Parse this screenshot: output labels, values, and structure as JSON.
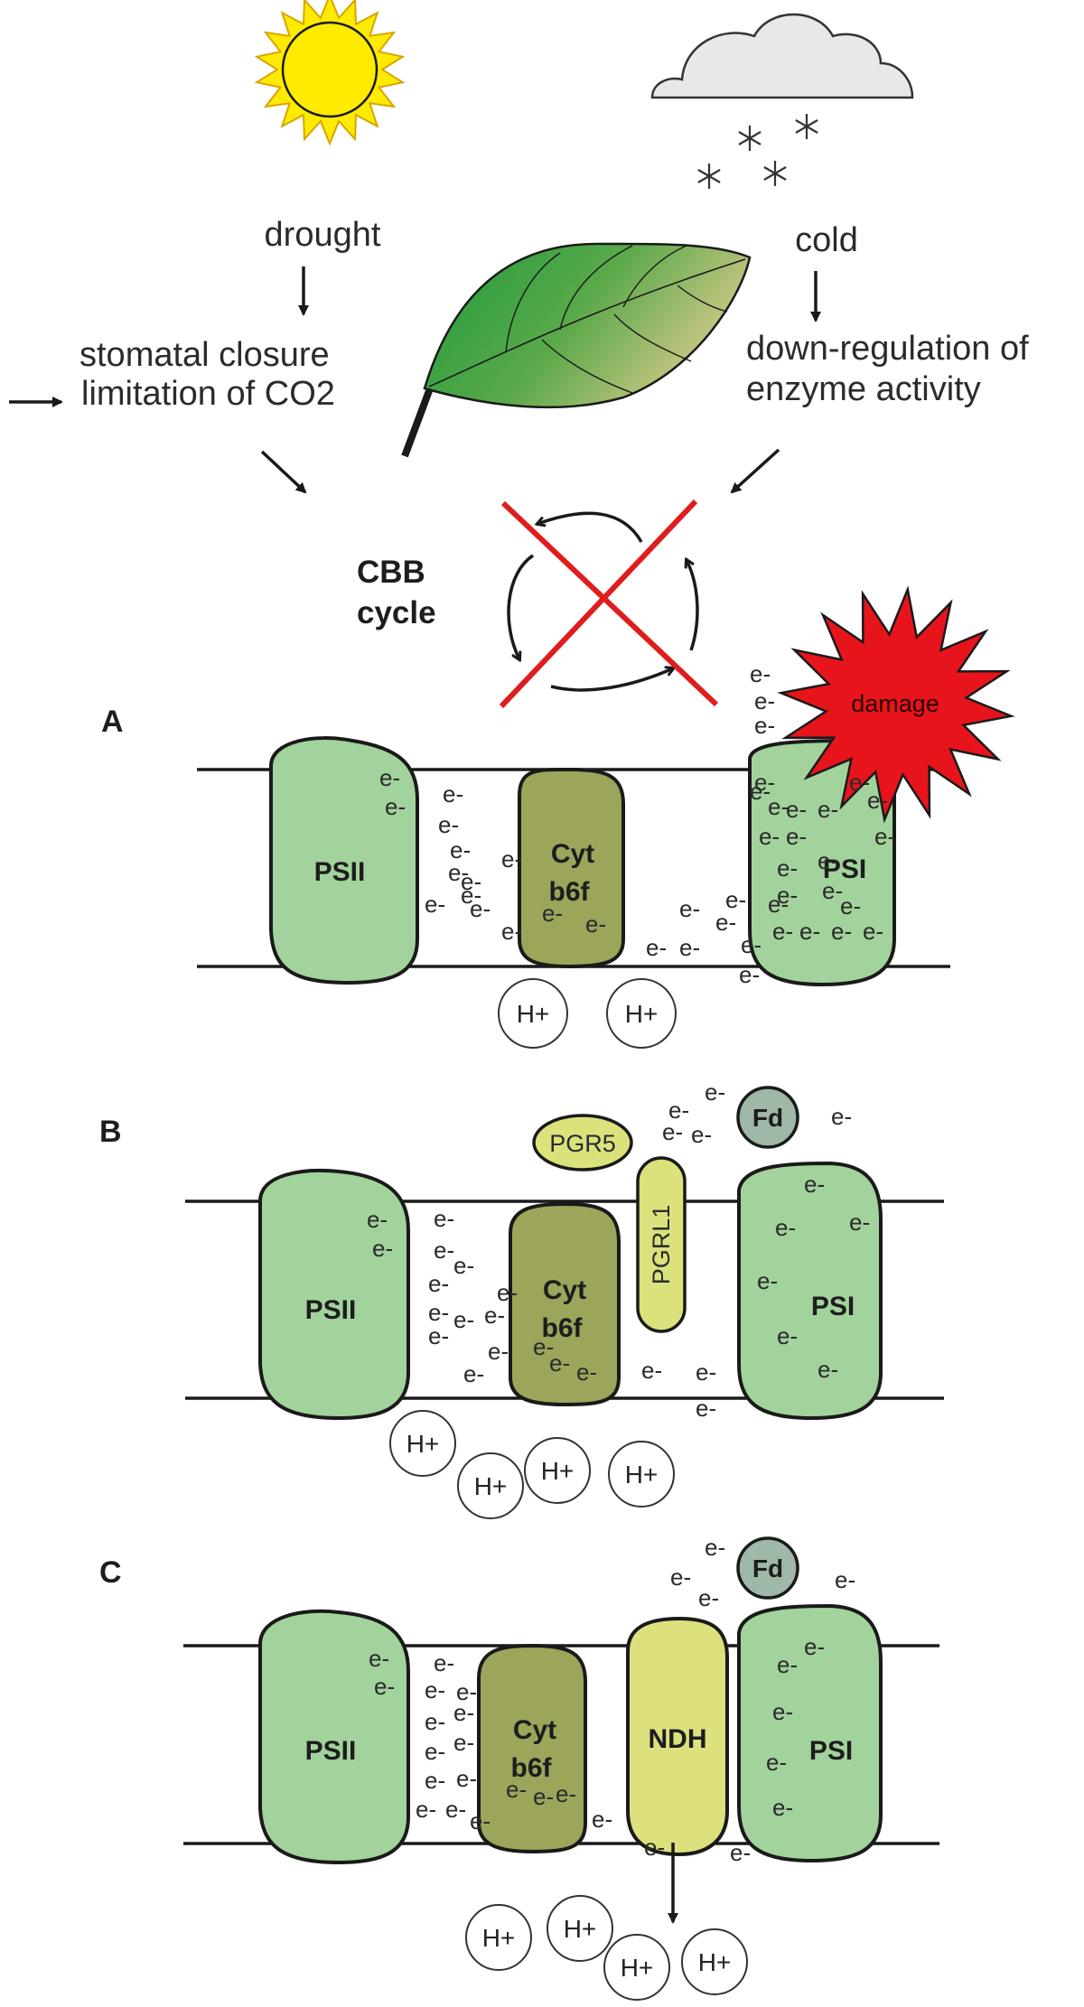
{
  "header": {
    "drought": "drought",
    "stomatal_closure": "stomatal closure",
    "co2_limitation": "limitation of CO2",
    "cold": "cold",
    "down_regulation": "down-regulation of",
    "enzyme_activity": "enzyme activity",
    "cbb_line1": "CBB",
    "cbb_line2": "cycle"
  },
  "panels": {
    "a_label": "A",
    "b_label": "B",
    "c_label": "C",
    "psii": "PSII",
    "psi": "PSI",
    "cyt_line1": "Cyt",
    "cyt_line2": "b6f",
    "damage": "damage",
    "pgr5": "PGR5",
    "pgrl1": "PGRL1",
    "fd": "Fd",
    "ndh": "NDH",
    "electron": "e-",
    "proton": "H+"
  },
  "colors": {
    "sun": "#ffeb00",
    "sun_stroke": "#d9a400",
    "cloud": "#e8e8e8",
    "leaf_dark": "#1fa03a",
    "leaf_light": "#c8c77a",
    "ps_green": "#a3d39c",
    "cyt": "#9ca55a",
    "pgr": "#dbe27c",
    "ndh": "#dde17d",
    "fd": "#9fb8a8",
    "damage_red": "#e8141c",
    "cross_red": "#e01d1d"
  }
}
